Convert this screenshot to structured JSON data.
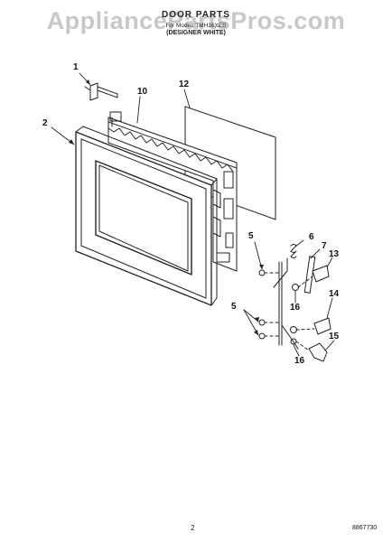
{
  "watermark": "AppliancePartsPros.com",
  "header": {
    "title": "DOOR PARTS",
    "subtitle": "For Model: TMH16XEB",
    "model": "(DESIGNER WHITE)"
  },
  "callouts": {
    "c1": "1",
    "c2": "2",
    "c5a": "5",
    "c5b": "5",
    "c6": "6",
    "c7": "7",
    "c10": "10",
    "c12": "12",
    "c13": "13",
    "c14": "14",
    "c15": "15",
    "c16a": "16",
    "c16b": "16"
  },
  "footer": {
    "page_number": "2",
    "doc_number": "8867730"
  }
}
